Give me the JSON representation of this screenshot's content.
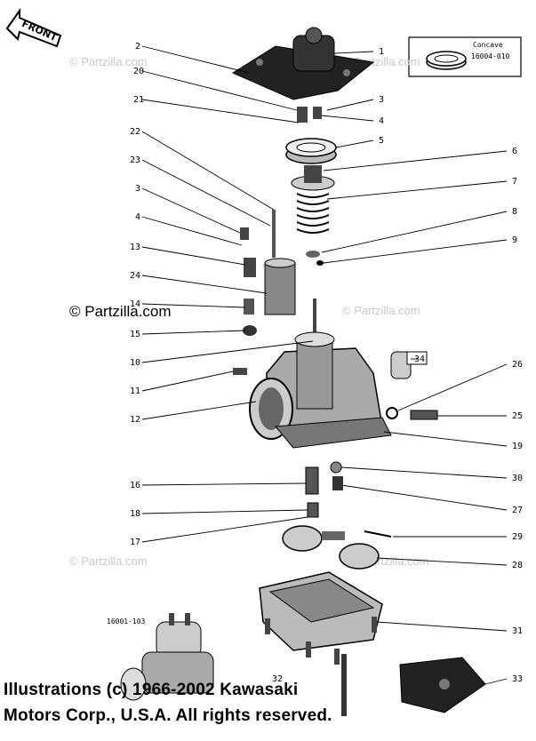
{
  "front_label": "FRONT",
  "watermark_text": "© Partzilla.com",
  "copyright": {
    "line1": "Illustrations (c) 1966-2002 Kawasaki",
    "line2": "Motors Corp., U.S.A.  All rights reserved."
  },
  "inset": {
    "label": "Concave",
    "part_number": "16004-010"
  },
  "small_inset_label": "16001-103",
  "callouts": [
    "1",
    "2",
    "3",
    "4",
    "5",
    "6",
    "7",
    "8",
    "9",
    "10",
    "11",
    "12",
    "13",
    "14",
    "15",
    "16",
    "17",
    "18",
    "19",
    "20",
    "21",
    "22",
    "23",
    "3",
    "4",
    "24",
    "25",
    "26",
    "27",
    "28",
    "29",
    "30",
    "31",
    "32",
    "33",
    "34"
  ]
}
